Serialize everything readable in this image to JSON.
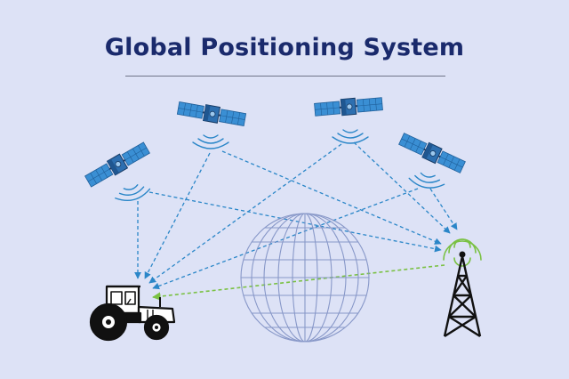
{
  "title": "Global Positioning System",
  "colors": {
    "background": "#dde2f6",
    "title": "#1a2a6c",
    "signal_line": "#2a86c8",
    "correction_line": "#7ac143",
    "satellite_panel": "#3a8fd4",
    "globe": "#7f90c4",
    "tower": "#111111"
  },
  "elements": {
    "satellites": [
      "satellite",
      "satellite",
      "satellite",
      "satellite"
    ],
    "receivers": [
      "tractor",
      "cell-tower"
    ],
    "center": "globe"
  }
}
